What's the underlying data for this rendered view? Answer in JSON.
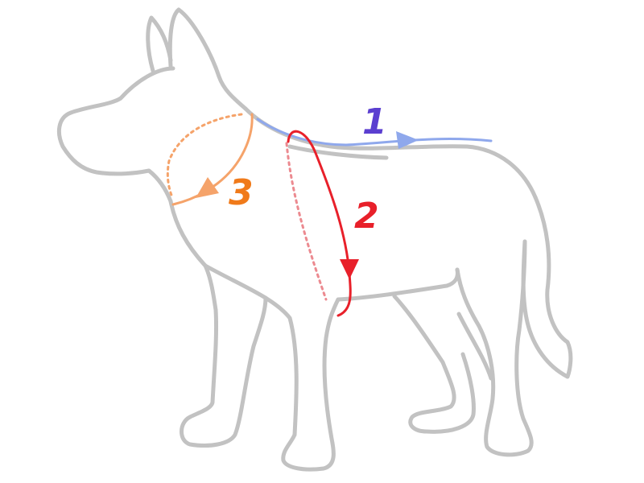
{
  "diagram": {
    "subject": "dog",
    "measurements": [
      {
        "number": "1",
        "color": "#5b3fd0",
        "arrow_color": "#8fa8ec"
      },
      {
        "number": "2",
        "color": "#e8202a",
        "arrow_color": "#e8202a"
      },
      {
        "number": "3",
        "color": "#f07a1a",
        "arrow_color": "#f5a36a"
      }
    ],
    "outline_color": "#c2c2c2"
  }
}
